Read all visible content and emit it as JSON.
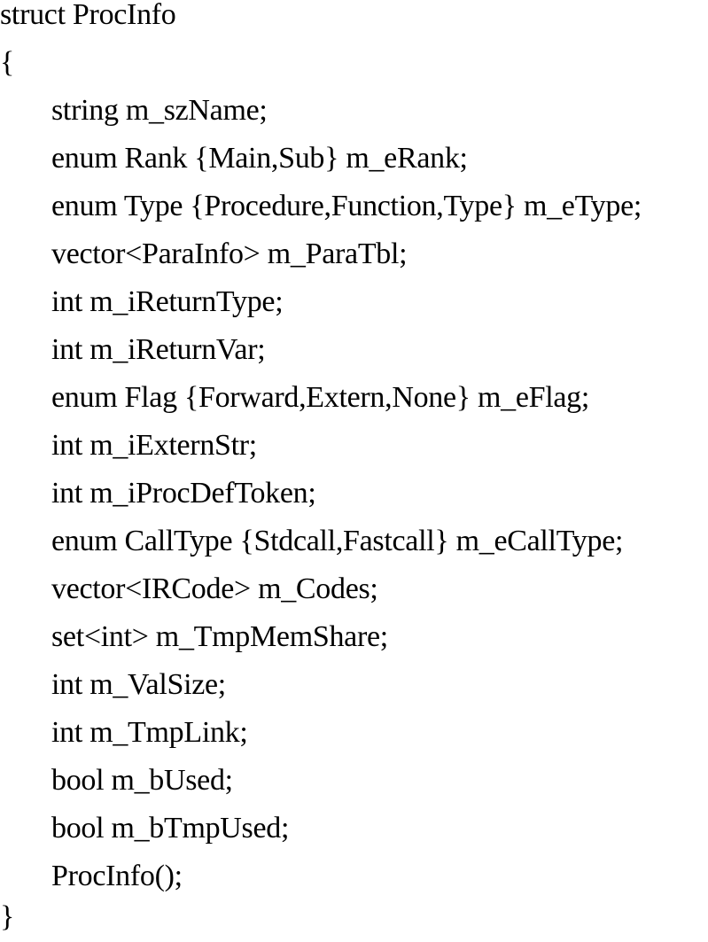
{
  "code": {
    "header": "struct ProcInfo",
    "open_brace": "{",
    "members": [
      "string m_szName;",
      "enum Rank {Main,Sub} m_eRank;",
      "enum Type {Procedure,Function,Type} m_eType;",
      "vector<ParaInfo> m_ParaTbl;",
      "int m_iReturnType;",
      "int m_iReturnVar;",
      "enum Flag {Forward,Extern,None} m_eFlag;",
      "int m_iExternStr;",
      "int m_iProcDefToken;",
      "enum CallType {Stdcall,Fastcall} m_eCallType;",
      "vector<IRCode> m_Codes;",
      "set<int> m_TmpMemShare;",
      "int m_ValSize;",
      "int m_TmpLink;",
      "bool m_bUsed;",
      "bool m_bTmpUsed;",
      "ProcInfo();"
    ],
    "close_brace": "}"
  }
}
